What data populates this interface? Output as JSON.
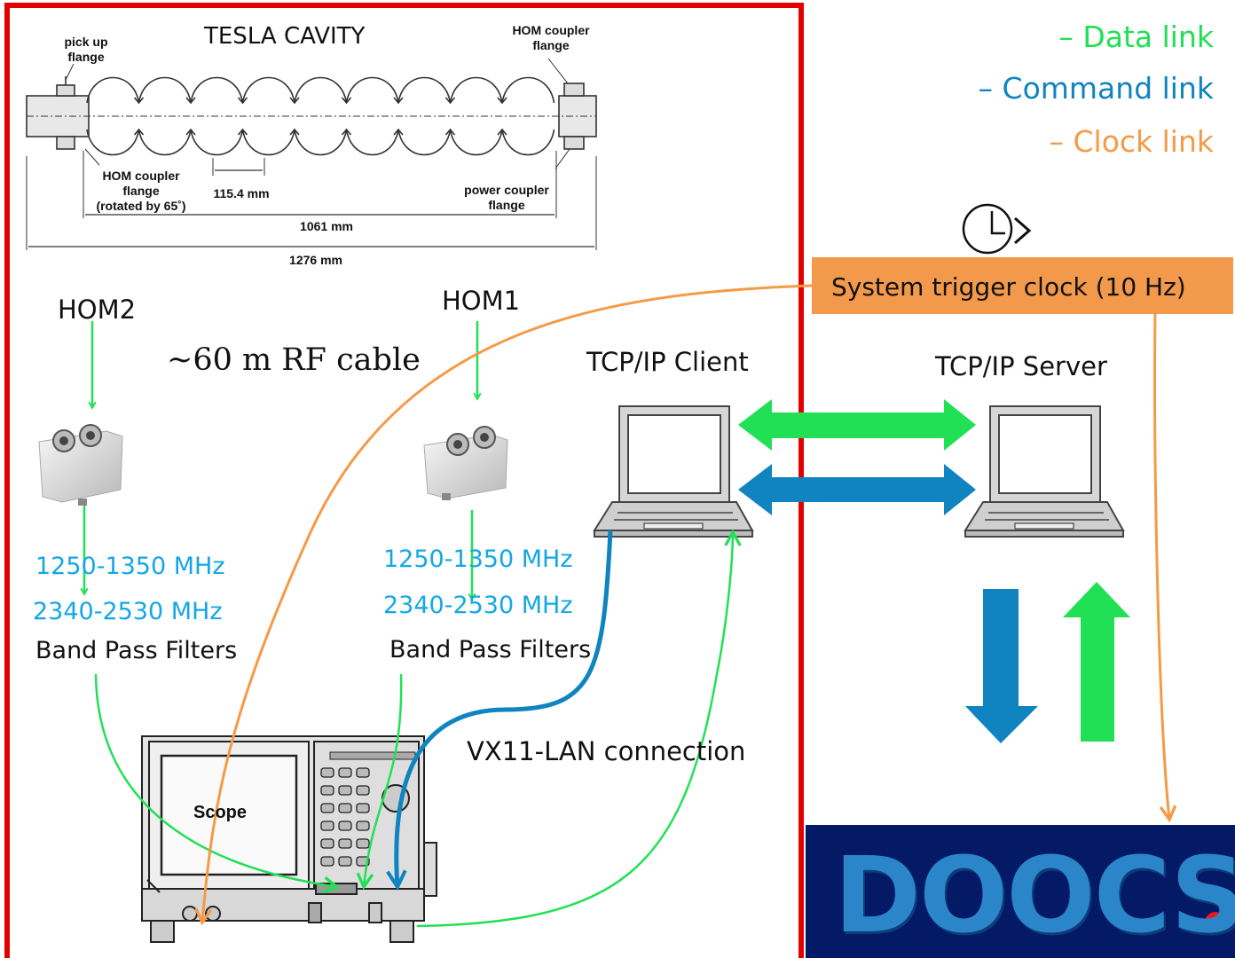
{
  "legend": {
    "data_link": "– Data link",
    "command_link": "– Command link",
    "clock_link": "– Clock link"
  },
  "colors": {
    "data": "#22e055",
    "command": "#0f84c0",
    "clock": "#f59a45",
    "frame": "#e30000",
    "freq_text": "#14a7e6",
    "clock_box": "#f3994c",
    "doocs_bg": "#051a66",
    "doocs_text": "#2b86c9"
  },
  "cavity": {
    "title": "TESLA CAVITY",
    "pickup_flange": [
      "pick up",
      "flange"
    ],
    "hom_coupler_flange_right": [
      "HOM coupler",
      "flange"
    ],
    "hom_coupler_flange_left": [
      "HOM coupler",
      "flange",
      "(rotated by 65˚)"
    ],
    "cell_length": "115.4 mm",
    "power_coupler_flange": [
      "power coupler",
      "flange"
    ],
    "active_length": "1061 mm",
    "total_length": "1276 mm"
  },
  "hom2": {
    "label": "HOM2",
    "freq1": "1250-1350 MHz",
    "freq2": "2340-2530 MHz",
    "filters": "Band Pass Filters"
  },
  "hom1": {
    "label": "HOM1",
    "freq1": "1250-1350 MHz",
    "freq2": "2340-2530 MHz",
    "filters": "Band Pass Filters"
  },
  "rf_cable": "~60 m RF cable",
  "system_clock": "System trigger clock (10 Hz)",
  "tcp_client": "TCP/IP Client",
  "tcp_server": "TCP/IP Server",
  "vx11": "VX11-LAN connection",
  "scope": "Scope",
  "doocs": "DOOCS"
}
